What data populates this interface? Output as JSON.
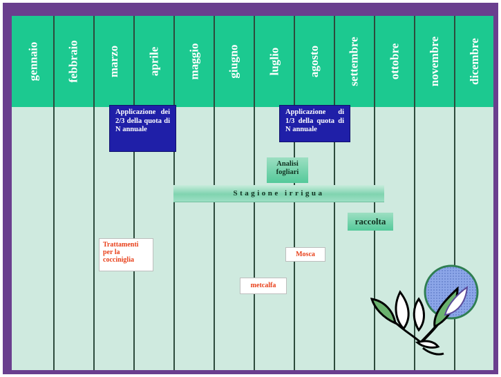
{
  "months": [
    "gennaio",
    "febbraio",
    "marzo",
    "aprile",
    "maggio",
    "giugno",
    "luglio",
    "agosto",
    "settembre",
    "ottobre",
    "novembre",
    "dicembre"
  ],
  "blue_boxes": {
    "concimazione_2_3": "Applicazione dei 2/3 della quota di N annuale",
    "concimazione_1_3": "Applicazione di 1/3 della quota di N annuale"
  },
  "green_boxes": {
    "analisi": "Analisi fogliari",
    "stagione": "Stagione irrigua",
    "raccolta": "raccolta"
  },
  "red_boxes": {
    "cocciniglia": "Trattamenti per la cocciniglia",
    "mosca": "Mosca",
    "metcalfa": "metcalfa"
  },
  "colors": {
    "frame": "#6a3f8e",
    "header": "#1cc990",
    "panel": "#cfeadf",
    "blue_box": "#1f1fa8",
    "red_text": "#e8401a"
  },
  "decoration": "olive-branch-icon"
}
